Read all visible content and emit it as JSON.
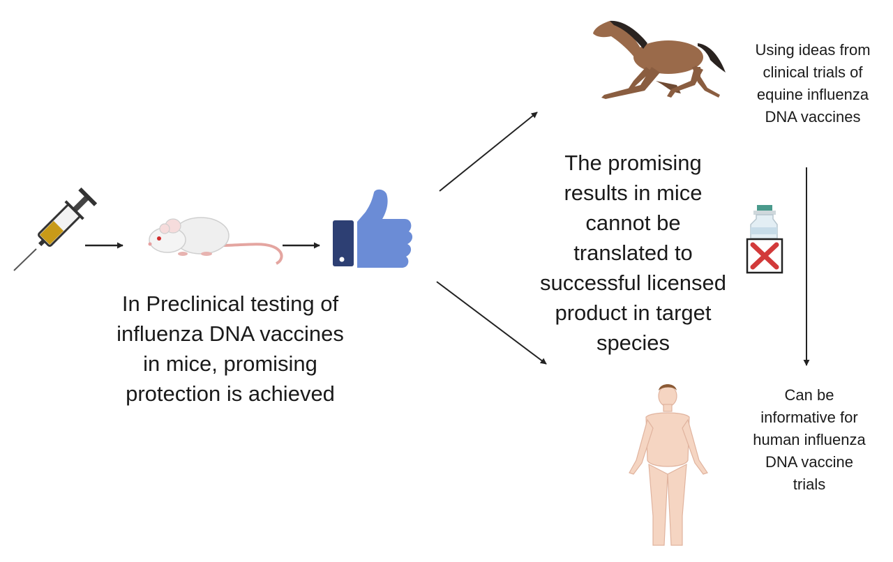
{
  "diagram": {
    "preclinical_text": "In Preclinical testing of\ninfluenza DNA vaccines\nin mice, promising\nprotection  is achieved",
    "center_text": "The promising\nresults in mice\ncannot be\ntranslated to\nsuccessful licensed\nproduct in target\nspecies",
    "equine_text": "Using ideas from\nclinical trials of\nequine influenza\nDNA vaccines",
    "human_text": "Can be\ninformative for\nhuman influenza\nDNA vaccine\ntrials"
  },
  "icons": [
    "syringe-icon",
    "mouse-icon",
    "thumbs-up-icon",
    "horse-icon",
    "vaccine-vial-icon",
    "red-x-icon",
    "human-figure-icon"
  ],
  "colors": {
    "thumb_blue": "#6b8cd6",
    "thumb_cuff": "#2d3f73",
    "horse_brown": "#9a6a4a",
    "red_x": "#d23a3a",
    "vaccine_fluid": "#c89a18",
    "arrow": "#222222"
  }
}
